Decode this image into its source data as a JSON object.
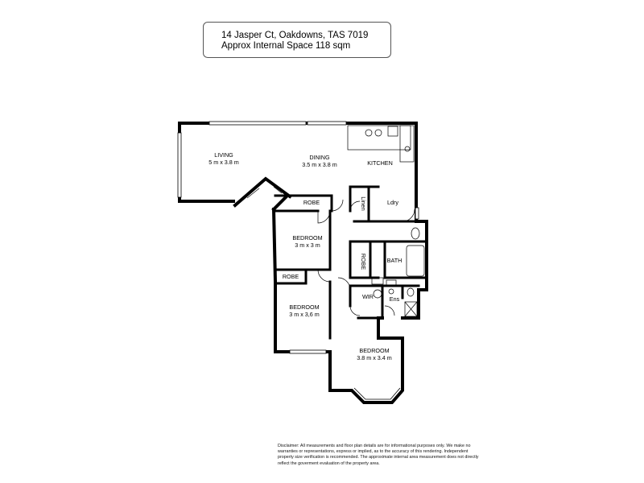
{
  "header": {
    "address": "14 Jasper Ct, Oakdowns, TAS 7019",
    "area": "Approx Internal Space 118 sqm"
  },
  "rooms": {
    "living": {
      "name": "LIVING",
      "size": "5 m x 3.8 m"
    },
    "dining": {
      "name": "DINING",
      "size": "3.5 m x 3.8 m"
    },
    "kitchen": {
      "name": "KITCHEN"
    },
    "robe_top": {
      "name": "ROBE"
    },
    "linen": {
      "name": "Linen"
    },
    "laundry": {
      "name": "Ldry"
    },
    "bedroom_2": {
      "name": "BEDROOM",
      "size": "3 m x 3 m"
    },
    "robe_side": {
      "name": "ROBE"
    },
    "bath": {
      "name": "BATH"
    },
    "robe_mid": {
      "name": "ROBE"
    },
    "bedroom_3": {
      "name": "BEDROOM",
      "size": "3 m x 3,6 m"
    },
    "wir": {
      "name": "WIR"
    },
    "ensuite": {
      "name": "Ens"
    },
    "master_bedroom": {
      "name": "BEDROOM",
      "size": "3.8 m x 3.4 m"
    }
  },
  "disclaimer": "Disclaimer: All measurements and floor plan details are for informational purposes only. We make no warranties or representations, express or implied, as to the accuracy of this rendering. Independent property size verification is recommended. The approximate internal area measurement does not directly reflect the goverment evaluation of the property area."
}
